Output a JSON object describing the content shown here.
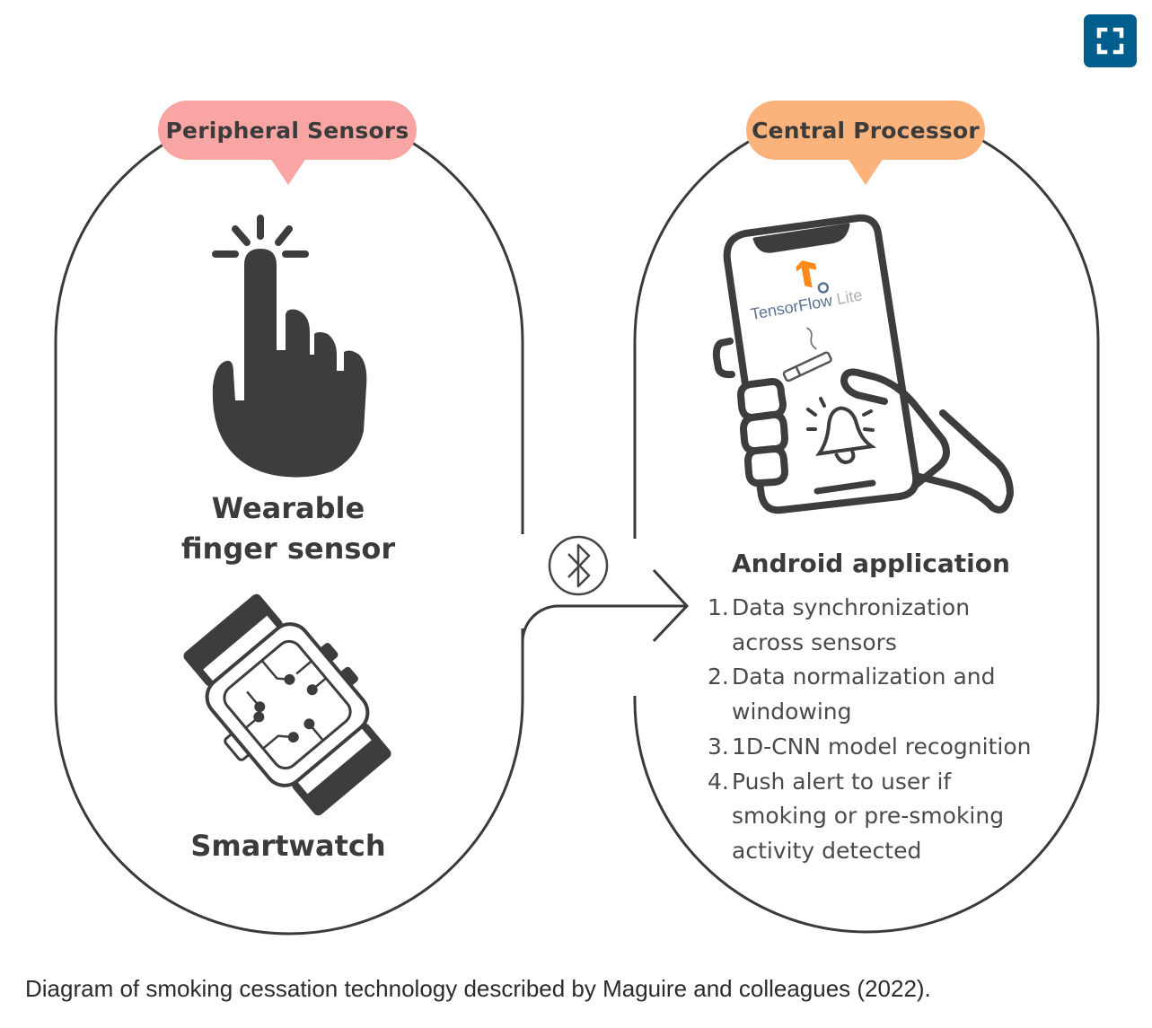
{
  "toolbar": {
    "expand_button_icon": "fullscreen-expand-icon",
    "accent_color": "#005e8e"
  },
  "diagram": {
    "left_panel": {
      "header": "Peripheral Sensors",
      "header_color": "#f8a5a4",
      "items": [
        {
          "icon": "tap-finger-icon",
          "label_line1": "Wearable",
          "label_line2": "finger sensor"
        },
        {
          "icon": "smartwatch-icon",
          "label": "Smartwatch"
        }
      ]
    },
    "connector": {
      "icon": "bluetooth-icon"
    },
    "right_panel": {
      "header": "Central Processor",
      "header_color": "#fbb27b",
      "phone_screen": {
        "logo_text_main": "TensorFlow",
        "logo_text_suffix": "Lite",
        "icons": [
          "tensorflow-logo-icon",
          "cigarette-icon",
          "bell-alert-icon"
        ]
      },
      "title": "Android application",
      "steps": [
        {
          "num": "1.",
          "line1": "Data synchronization",
          "line2": "across sensors"
        },
        {
          "num": "2.",
          "line1": "Data normalization and",
          "line2": "windowing"
        },
        {
          "num": "3.",
          "line1": "1D-CNN model recognition"
        },
        {
          "num": "4.",
          "line1": "Push alert to user if",
          "line2": "smoking or pre-smoking",
          "line3": "activity detected"
        }
      ]
    }
  },
  "caption": "Diagram of smoking cessation technology described by Maguire and colleagues (2022)."
}
